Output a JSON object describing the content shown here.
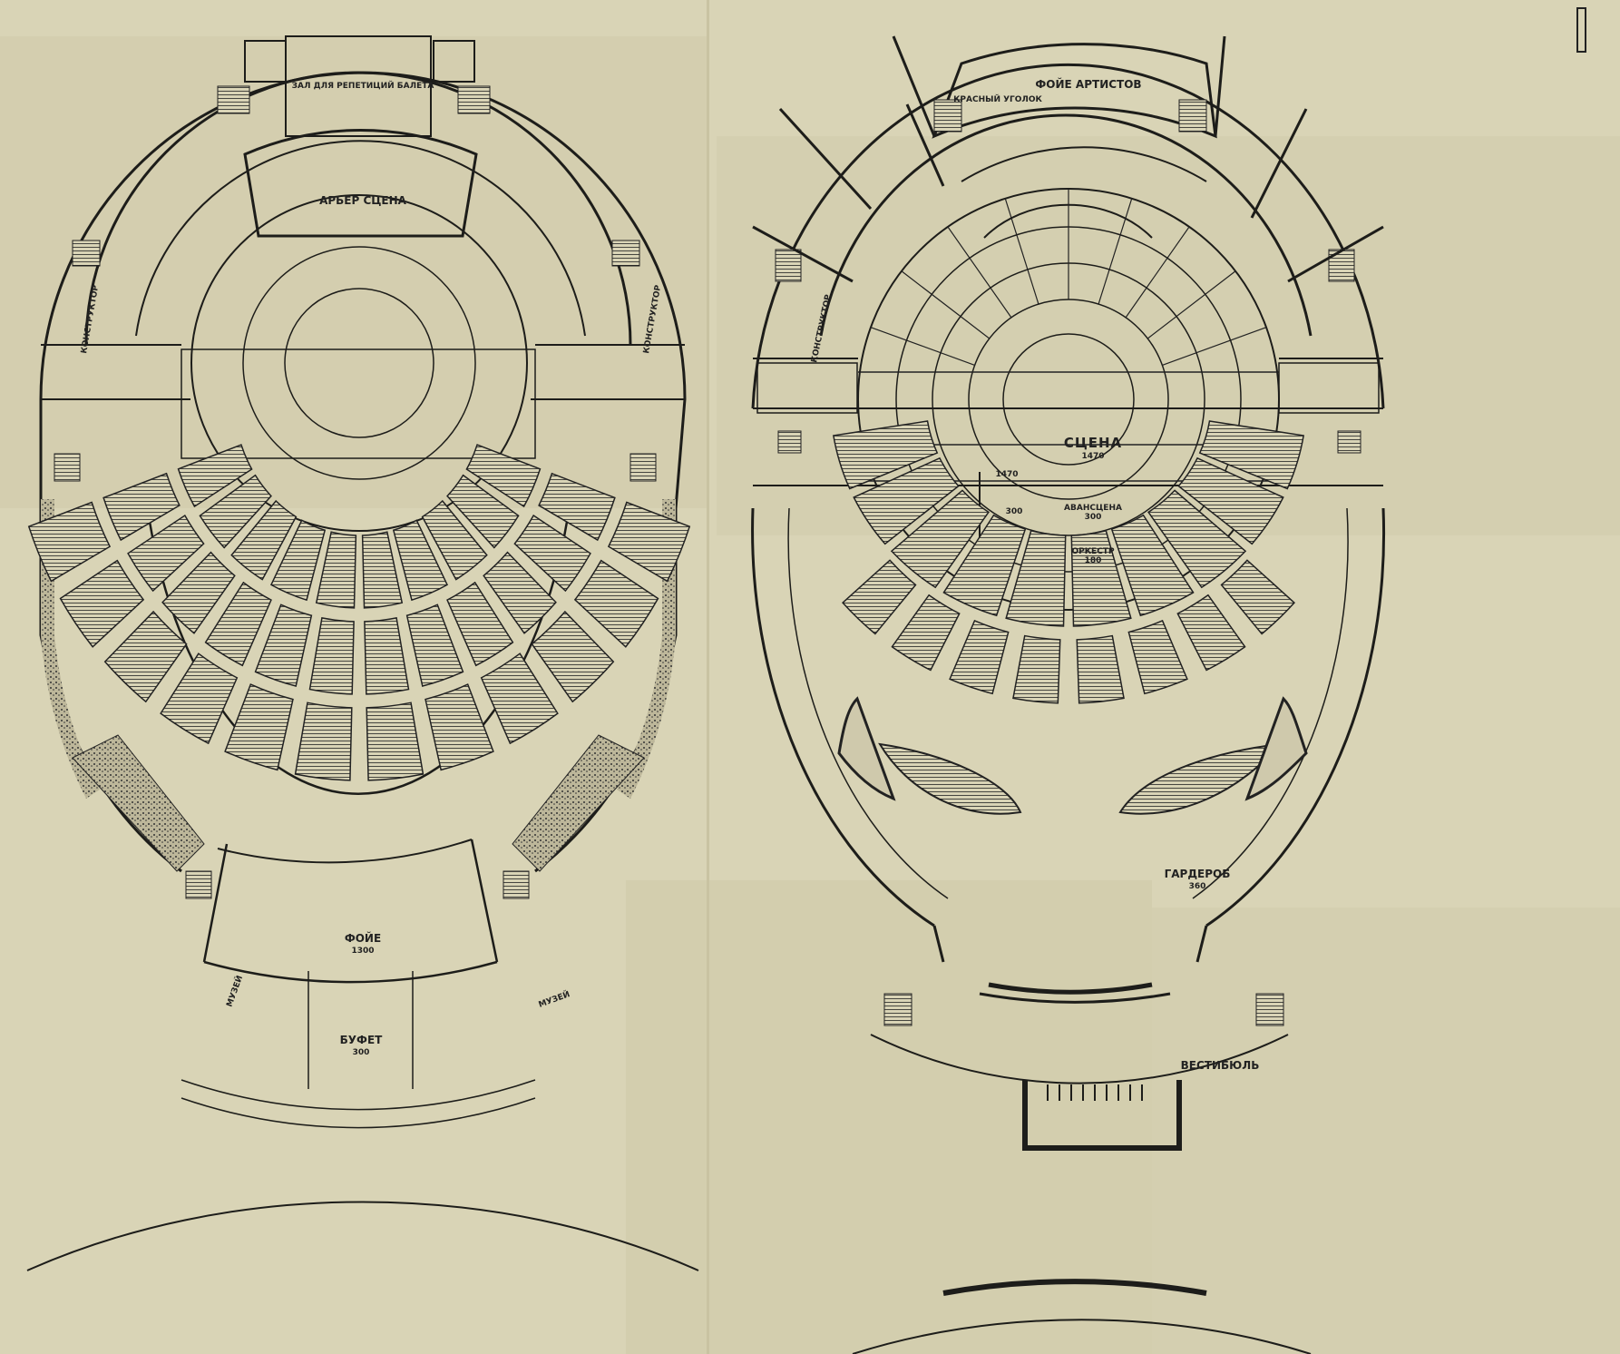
{
  "left_plan": {
    "labels": {
      "rehearsal_hall": "ЗАЛ ДЛЯ РЕПЕТИЦИЙ БАЛЕТА",
      "rear_stage": "АРЬЕР СЦЕНА",
      "foyer": "ФОЙЕ",
      "foyer_area": "1300",
      "buffet": "БУФЕТ",
      "buffet_area": "300",
      "museum_left": "МУЗЕЙ",
      "museum_right": "МУЗЕЙ",
      "constructor_left": "КОНСТРУКТОР",
      "constructor_right": "КОНСТРУКТОР"
    }
  },
  "right_plan": {
    "labels": {
      "artists_foyer": "ФОЙЕ АРТИСТОВ",
      "stage": "СЦЕНА",
      "stage_area": "1470",
      "proscenium": "АВАНСЦЕНА",
      "proscenium_area": "300",
      "orchestra": "ОРКЕСТР",
      "orchestra_area": "180",
      "side_area": "1470",
      "side_area_2": "300",
      "wardrobe": "ГАРДЕРОБ",
      "wardrobe_area": "360",
      "vestibule": "ВЕСТИБЮЛЬ",
      "constructor": "КОНСТРУКТОР",
      "red_corner": "КРАСНЫЙ УГОЛОК"
    }
  },
  "colors": {
    "paper": "#d9d4b6",
    "ink": "#1d1d1a"
  }
}
